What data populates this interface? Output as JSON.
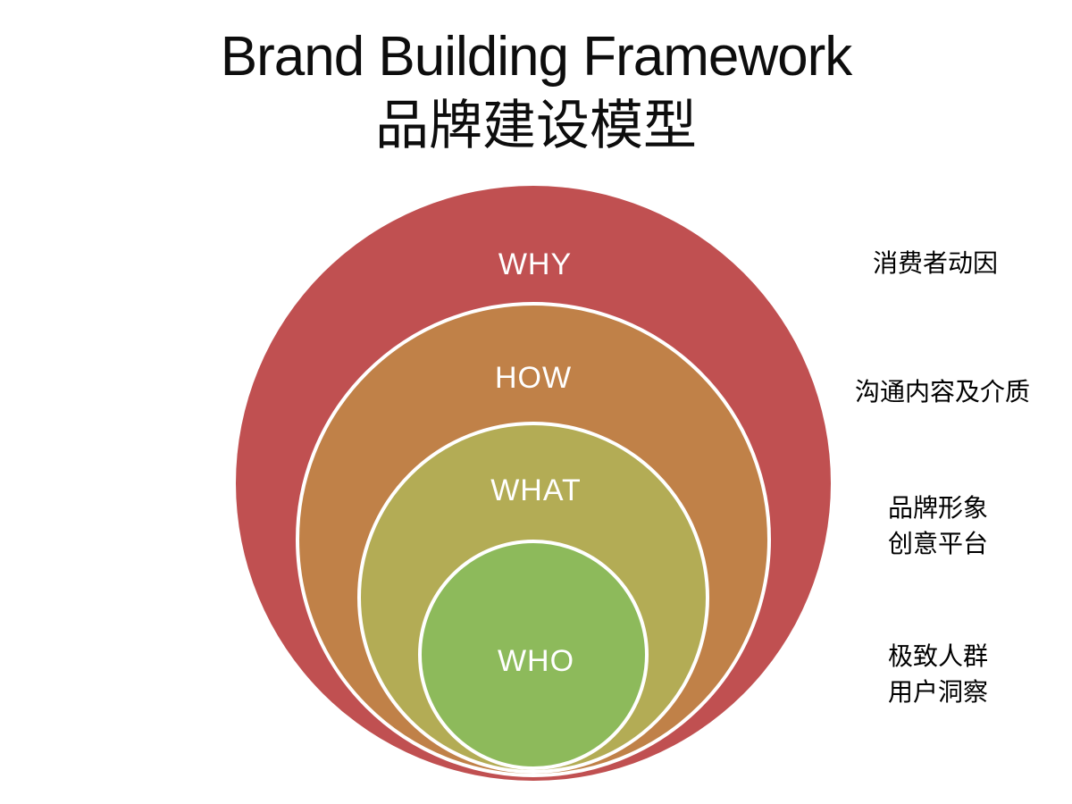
{
  "title": {
    "en": "Brand Building Framework",
    "zh": "品牌建设模型"
  },
  "diagram": {
    "type": "nested-circles",
    "rings": [
      {
        "id": "why",
        "label": "WHY",
        "color": "#c05051",
        "annotation_lines": [
          "消费者动因"
        ]
      },
      {
        "id": "how",
        "label": "HOW",
        "color": "#c08148",
        "annotation_lines": [
          "沟通内容及介质"
        ]
      },
      {
        "id": "what",
        "label": "WHAT",
        "color": "#b3ac55",
        "annotation_lines": [
          "品牌形象",
          "创意平台"
        ]
      },
      {
        "id": "who",
        "label": "WHO",
        "color": "#8dba5b",
        "annotation_lines": [
          "极致人群",
          "用户洞察"
        ]
      }
    ],
    "stroke_color": "#ffffff",
    "text_color": "#ffffff"
  }
}
